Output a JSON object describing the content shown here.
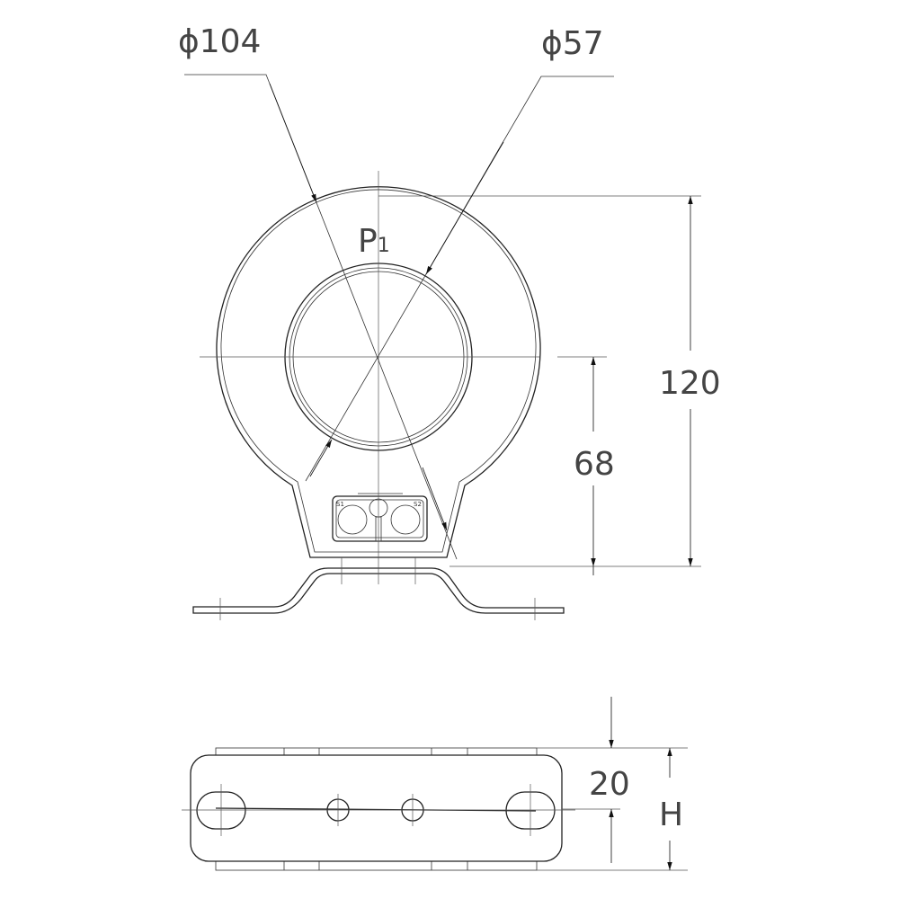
{
  "labels": {
    "outer_diameter": "ϕ104",
    "inner_diameter": "ϕ57",
    "primary_mark": "P",
    "primary_sub": "1",
    "height_total": "120",
    "center_height": "68",
    "thickness": "20",
    "height_var": "H",
    "terminal_s1": "S1",
    "terminal_s2": "S2"
  },
  "colors": {
    "line": "#222222",
    "text": "#444444"
  }
}
